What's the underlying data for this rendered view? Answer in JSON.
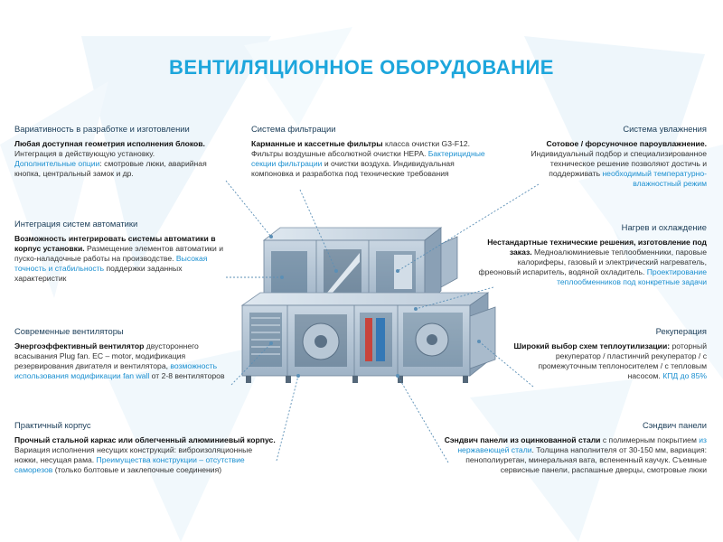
{
  "title": "ВЕНТИЛЯЦИОННОЕ ОБОРУДОВАНИЕ",
  "colors": {
    "accent": "#1da6dc",
    "highlight": "#1a8fd0",
    "heading": "#1b3d58",
    "line": "#5b8fb6"
  },
  "blocks": {
    "variativnost": {
      "title": "Вариативность в разработке и изготовлении",
      "p1": "Любая доступная геометрия исполнения блоков.",
      "p2": " Интеграция в действующую установку.",
      "p3": "Дополнительные опции",
      "p4": ": смотровые люки, аварийная кнопка, центральный замок и др."
    },
    "filtration": {
      "title": "Система фильтрации",
      "p1": "Карманные и кассетные фильтры",
      "p2": " класса очистки G3-F12. Фильтры воздушные абсолютной очистки HEPA. ",
      "p3": "Бактерицидные секции фильтрации",
      "p4": " и очистки воздуха. Индивидуальная компоновка и разработка под технические требования"
    },
    "humidification": {
      "title": "Система увлажнения",
      "p1": "Сотовое / форсуночное пароувлажнение.",
      "p2": " Индивидуальный подбор и специализированное техническое решение позволяют достичь и поддерживать ",
      "p3": "необходимый температурно-влажностный режим"
    },
    "automation": {
      "title": "Интеграция систем автоматики",
      "p1": "Возможность интегрировать системы автоматики в корпус установки.",
      "p2": " Размещение элементов автоматики и пуско-наладочные работы на производстве. ",
      "p3": "Высокая точность и стабильность",
      "p4": " поддержки заданных характеристик"
    },
    "heating": {
      "title": "Нагрев и охлаждение",
      "p1": "Нестандартные технические решения, изготовление под заказ.",
      "p2": " Медноалюминиевые теплообменники, паровые калориферы, газовый и электрический нагреватель, фреоновый испаритель, водяной охладитель. ",
      "p3": "Проектирование теплообменников под конкретные задачи"
    },
    "fans": {
      "title": "Современные вентиляторы",
      "p1": "Энергоэффективный вентилятор",
      "p2": " двустороннего всасывания Plug fan. EC – motor, модификация резервирования двигателя и вентилятора, ",
      "p3": "возможность использования модификации fan wall",
      "p4": " от 2-8 вентиляторов"
    },
    "recuperation": {
      "title": "Рекуперация",
      "p1": "Широкий выбор схем теплоутилизации:",
      "p2": " роторный рекуператор / пластинчий рекуператор / с промежуточным теплоносителем / с тепловым насосом. ",
      "p3": "КПД до 85%"
    },
    "housing": {
      "title": "Практичный корпус",
      "p1": "Прочный стальной каркас или облегченный алюминиевый корпус.",
      "p2": " Вариация исполнения несущих конструкций: виброизоляционные ножки, несущая рама. ",
      "p3": "Преимущества конструкции – отсутствие саморезов",
      "p4": " (только болтовые и заклепочные соединения)"
    },
    "sandwich": {
      "title": "Сэндвич панели",
      "p1": "Сэндвич панели из оцинкованной стали",
      "p2": " с полимерным покрытием ",
      "p3": "из нержавеющей стали",
      "p4": ". Толщина наполнителя от 30-150 мм, вариация: пенополиуретан, минеральная вата, вспененный каучук. Съемные сервисные панели, распашные дверцы, смотровые люки"
    }
  }
}
